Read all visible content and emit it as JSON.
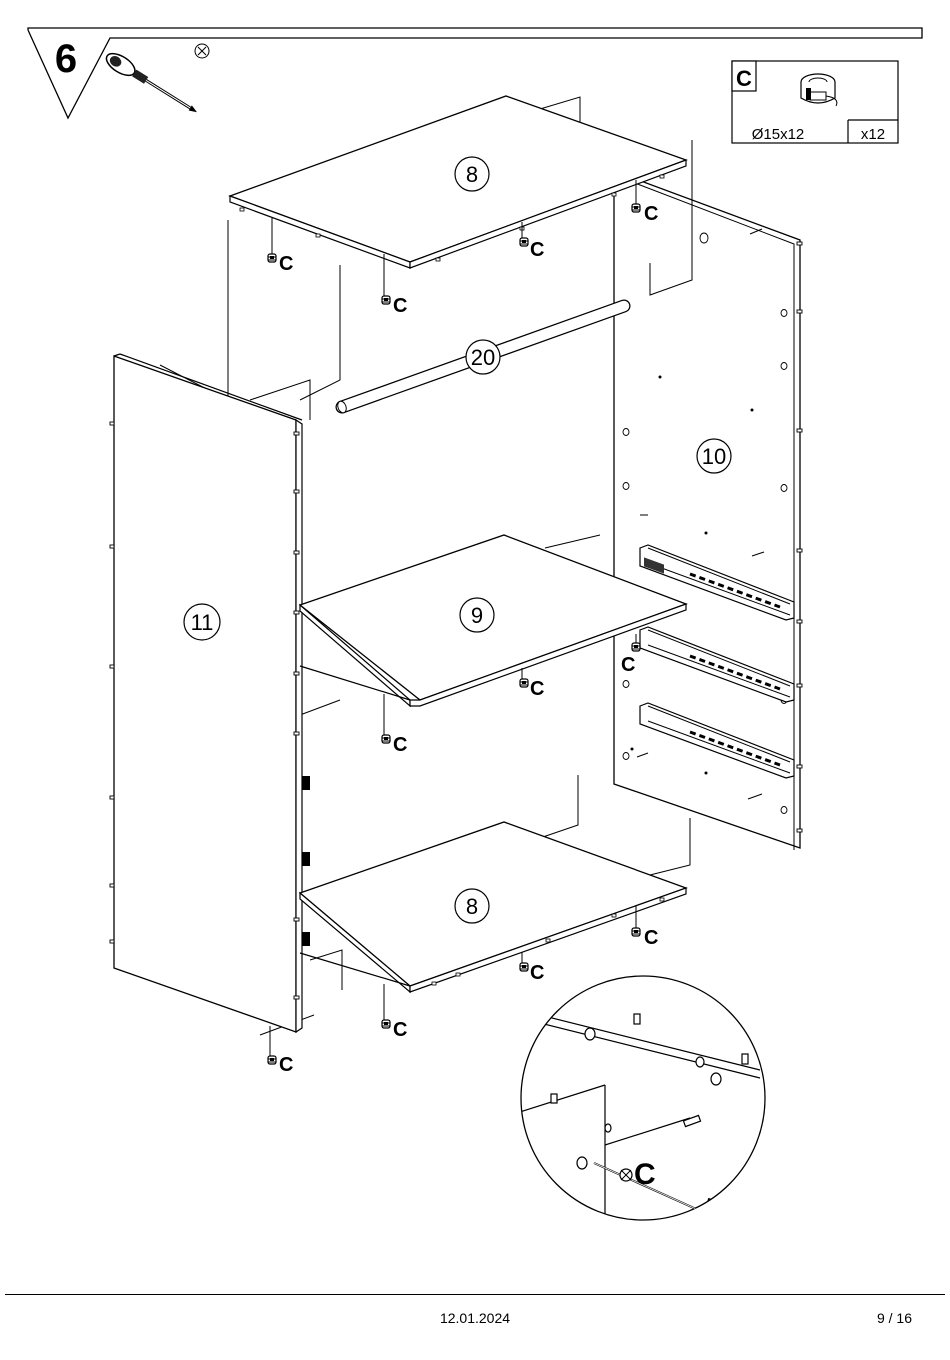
{
  "step": {
    "number": "6"
  },
  "parts_box": {
    "letter": "C",
    "size": "Ø15x12",
    "quantity": "x12"
  },
  "part_labels": {
    "top_panel": "8",
    "bottom_panel": "8",
    "middle_shelf": "9",
    "rail": "20",
    "right_side": "10",
    "left_side": "11"
  },
  "fastener_letter": "C",
  "footer": {
    "date": "12.01.2024",
    "page": "9 / 16"
  }
}
